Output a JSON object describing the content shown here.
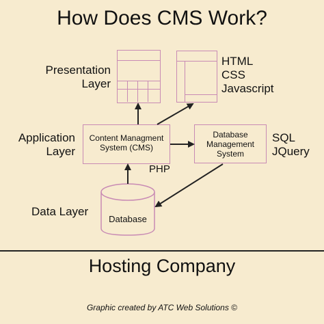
{
  "title": "How Does CMS Work?",
  "layers": {
    "presentation": [
      "Presentation",
      "Layer"
    ],
    "application": [
      "Application",
      "Layer"
    ],
    "data": "Data Layer"
  },
  "tech": {
    "frontend": [
      "HTML",
      "CSS",
      "Javascript"
    ],
    "server": "PHP",
    "dbtools": [
      "SQL",
      "JQuery"
    ]
  },
  "nodes": {
    "cms": [
      "Content Managment",
      "System (CMS)"
    ],
    "dbms": [
      "Database",
      "Management",
      "System"
    ],
    "database": "Database"
  },
  "footer": {
    "hosting": "Hosting Company",
    "credit": "Graphic created by ATC Web Solutions ©"
  },
  "colors": {
    "background": "#f7ebcf",
    "box_border": "#c88ab4",
    "arrow": "#222222"
  }
}
